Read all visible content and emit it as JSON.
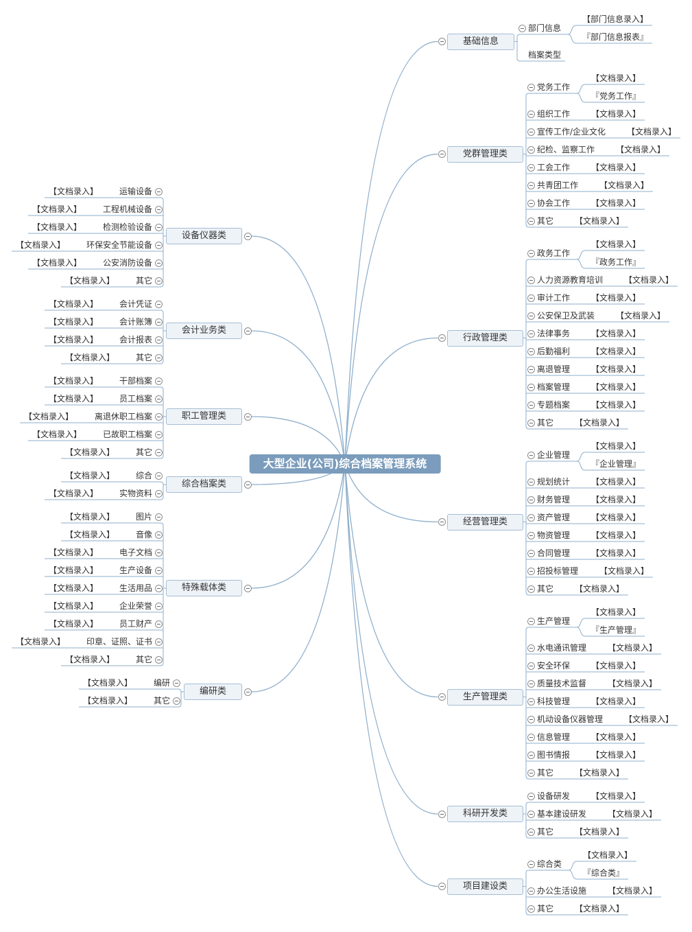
{
  "title": "大型企业(公司)综合档案管理系统",
  "colors": {
    "central_fill": "#7b9cbc",
    "central_text": "#ffffff",
    "topic_fill": "#eef3f8",
    "topic_border": "#a5bdd3",
    "line": "#8eaecb",
    "text": "#333333"
  },
  "right": [
    {
      "label": "基础信息",
      "children": [
        {
          "label": "部门信息",
          "children": [
            {
              "label": "【部门信息录入】"
            },
            {
              "label": "『部门信息报表』"
            }
          ]
        },
        {
          "label": "档案类型"
        }
      ]
    },
    {
      "label": "党群管理类",
      "children": [
        {
          "label": "党务工作",
          "children": [
            {
              "label": "【文档录入】"
            },
            {
              "label": "『党务工作』"
            }
          ]
        },
        {
          "label": "组织工作",
          "children": [
            {
              "label": "【文档录入】"
            }
          ]
        },
        {
          "label": "宣传工作/企业文化",
          "children": [
            {
              "label": "【文档录入】"
            }
          ]
        },
        {
          "label": "纪检、监察工作",
          "children": [
            {
              "label": "【文档录入】"
            }
          ]
        },
        {
          "label": "工会工作",
          "children": [
            {
              "label": "【文档录入】"
            }
          ]
        },
        {
          "label": "共青团工作",
          "children": [
            {
              "label": "【文档录入】"
            }
          ]
        },
        {
          "label": "协会工作",
          "children": [
            {
              "label": "【文档录入】"
            }
          ]
        },
        {
          "label": "其它",
          "children": [
            {
              "label": "【文档录入】"
            }
          ]
        }
      ]
    },
    {
      "label": "行政管理类",
      "children": [
        {
          "label": "政务工作",
          "children": [
            {
              "label": "【文档录入】"
            },
            {
              "label": "『政务工作』"
            }
          ]
        },
        {
          "label": "人力资源教育培训",
          "children": [
            {
              "label": "【文档录入】"
            }
          ]
        },
        {
          "label": "审计工作",
          "children": [
            {
              "label": "【文档录入】"
            }
          ]
        },
        {
          "label": "公安保卫及武装",
          "children": [
            {
              "label": "【文档录入】"
            }
          ]
        },
        {
          "label": "法律事务",
          "children": [
            {
              "label": "【文档录入】"
            }
          ]
        },
        {
          "label": "后勤福利",
          "children": [
            {
              "label": "【文档录入】"
            }
          ]
        },
        {
          "label": "离退管理",
          "children": [
            {
              "label": "【文档录入】"
            }
          ]
        },
        {
          "label": "档案管理",
          "children": [
            {
              "label": "【文档录入】"
            }
          ]
        },
        {
          "label": "专题档案",
          "children": [
            {
              "label": "【文档录入】"
            }
          ]
        },
        {
          "label": "其它",
          "children": [
            {
              "label": "【文档录入】"
            }
          ]
        }
      ]
    },
    {
      "label": "经营管理类",
      "children": [
        {
          "label": "企业管理",
          "children": [
            {
              "label": "【文档录入】"
            },
            {
              "label": "『企业管理』"
            }
          ]
        },
        {
          "label": "规划统计",
          "children": [
            {
              "label": "【文档录入】"
            }
          ]
        },
        {
          "label": "财务管理",
          "children": [
            {
              "label": "【文档录入】"
            }
          ]
        },
        {
          "label": "资产管理",
          "children": [
            {
              "label": "【文档录入】"
            }
          ]
        },
        {
          "label": "物资管理",
          "children": [
            {
              "label": "【文档录入】"
            }
          ]
        },
        {
          "label": "合同管理",
          "children": [
            {
              "label": "【文档录入】"
            }
          ]
        },
        {
          "label": "招投标管理",
          "children": [
            {
              "label": "【文档录入】"
            }
          ]
        },
        {
          "label": "其它",
          "children": [
            {
              "label": "【文档录入】"
            }
          ]
        }
      ]
    },
    {
      "label": "生产管理类",
      "children": [
        {
          "label": "生产管理",
          "children": [
            {
              "label": "【文档录入】"
            },
            {
              "label": "『生产管理』"
            }
          ]
        },
        {
          "label": "水电通讯管理",
          "children": [
            {
              "label": "【文档录入】"
            }
          ]
        },
        {
          "label": "安全环保",
          "children": [
            {
              "label": "【文档录入】"
            }
          ]
        },
        {
          "label": "质量技术监督",
          "children": [
            {
              "label": "【文档录入】"
            }
          ]
        },
        {
          "label": "科技管理",
          "children": [
            {
              "label": "【文档录入】"
            }
          ]
        },
        {
          "label": "机动设备仪器管理",
          "children": [
            {
              "label": "【文档录入】"
            }
          ]
        },
        {
          "label": "信息管理",
          "children": [
            {
              "label": "【文档录入】"
            }
          ]
        },
        {
          "label": "图书情报",
          "children": [
            {
              "label": "【文档录入】"
            }
          ]
        },
        {
          "label": "其它",
          "children": [
            {
              "label": "【文档录入】"
            }
          ]
        }
      ]
    },
    {
      "label": "科研开发类",
      "children": [
        {
          "label": "设备研发",
          "children": [
            {
              "label": "【文档录入】"
            }
          ]
        },
        {
          "label": "基本建设研发",
          "children": [
            {
              "label": "【文档录入】"
            }
          ]
        },
        {
          "label": "其它",
          "children": [
            {
              "label": "【文档录入】"
            }
          ]
        }
      ]
    },
    {
      "label": "项目建设类",
      "children": [
        {
          "label": "综合类",
          "children": [
            {
              "label": "【文档录入】"
            },
            {
              "label": "『综合类』"
            }
          ]
        },
        {
          "label": "办公生活设施",
          "children": [
            {
              "label": "【文档录入】"
            }
          ]
        },
        {
          "label": "其它",
          "children": [
            {
              "label": "【文档录入】"
            }
          ]
        }
      ]
    }
  ],
  "left": [
    {
      "label": "设备仪器类",
      "children": [
        {
          "label": "运输设备",
          "children": [
            {
              "label": "【文档录入】"
            }
          ]
        },
        {
          "label": "工程机械设备",
          "children": [
            {
              "label": "【文档录入】"
            }
          ]
        },
        {
          "label": "检测检验设备",
          "children": [
            {
              "label": "【文档录入】"
            }
          ]
        },
        {
          "label": "环保安全节能设备",
          "children": [
            {
              "label": "【文档录入】"
            }
          ]
        },
        {
          "label": "公安消防设备",
          "children": [
            {
              "label": "【文档录入】"
            }
          ]
        },
        {
          "label": "其它",
          "children": [
            {
              "label": "【文档录入】"
            }
          ]
        }
      ]
    },
    {
      "label": "会计业务类",
      "children": [
        {
          "label": "会计凭证",
          "children": [
            {
              "label": "【文档录入】"
            }
          ]
        },
        {
          "label": "会计账簿",
          "children": [
            {
              "label": "【文档录入】"
            }
          ]
        },
        {
          "label": "会计报表",
          "children": [
            {
              "label": "【文档录入】"
            }
          ]
        },
        {
          "label": "其它",
          "children": [
            {
              "label": "【文档录入】"
            }
          ]
        }
      ]
    },
    {
      "label": "职工管理类",
      "children": [
        {
          "label": "干部档案",
          "children": [
            {
              "label": "【文档录入】"
            }
          ]
        },
        {
          "label": "员工档案",
          "children": [
            {
              "label": "【文档录入】"
            }
          ]
        },
        {
          "label": "离退休职工档案",
          "children": [
            {
              "label": "【文档录入】"
            }
          ]
        },
        {
          "label": "已故职工档案",
          "children": [
            {
              "label": "【文档录入】"
            }
          ]
        },
        {
          "label": "其它",
          "children": [
            {
              "label": "【文档录入】"
            }
          ]
        }
      ]
    },
    {
      "label": "综合档案类",
      "children": [
        {
          "label": "综合",
          "children": [
            {
              "label": "【文档录入】"
            }
          ]
        },
        {
          "label": "实物资料",
          "children": [
            {
              "label": "【文档录入】"
            }
          ]
        }
      ]
    },
    {
      "label": "特殊载体类",
      "children": [
        {
          "label": "图片",
          "children": [
            {
              "label": "【文档录入】"
            }
          ]
        },
        {
          "label": "音像",
          "children": [
            {
              "label": "【文档录入】"
            }
          ]
        },
        {
          "label": "电子文档",
          "children": [
            {
              "label": "【文档录入】"
            }
          ]
        },
        {
          "label": "生产设备",
          "children": [
            {
              "label": "【文档录入】"
            }
          ]
        },
        {
          "label": "生活用品",
          "children": [
            {
              "label": "【文档录入】"
            }
          ]
        },
        {
          "label": "企业荣誉",
          "children": [
            {
              "label": "【文档录入】"
            }
          ]
        },
        {
          "label": "员工财产",
          "children": [
            {
              "label": "【文档录入】"
            }
          ]
        },
        {
          "label": "印章、证照、证书",
          "children": [
            {
              "label": "【文档录入】"
            }
          ]
        },
        {
          "label": "其它",
          "children": [
            {
              "label": "【文档录入】"
            }
          ]
        }
      ]
    },
    {
      "label": "编研类",
      "children": [
        {
          "label": "编研",
          "children": [
            {
              "label": "【文档录入】"
            }
          ]
        },
        {
          "label": "其它",
          "children": [
            {
              "label": "【文档录入】"
            }
          ]
        }
      ]
    }
  ]
}
